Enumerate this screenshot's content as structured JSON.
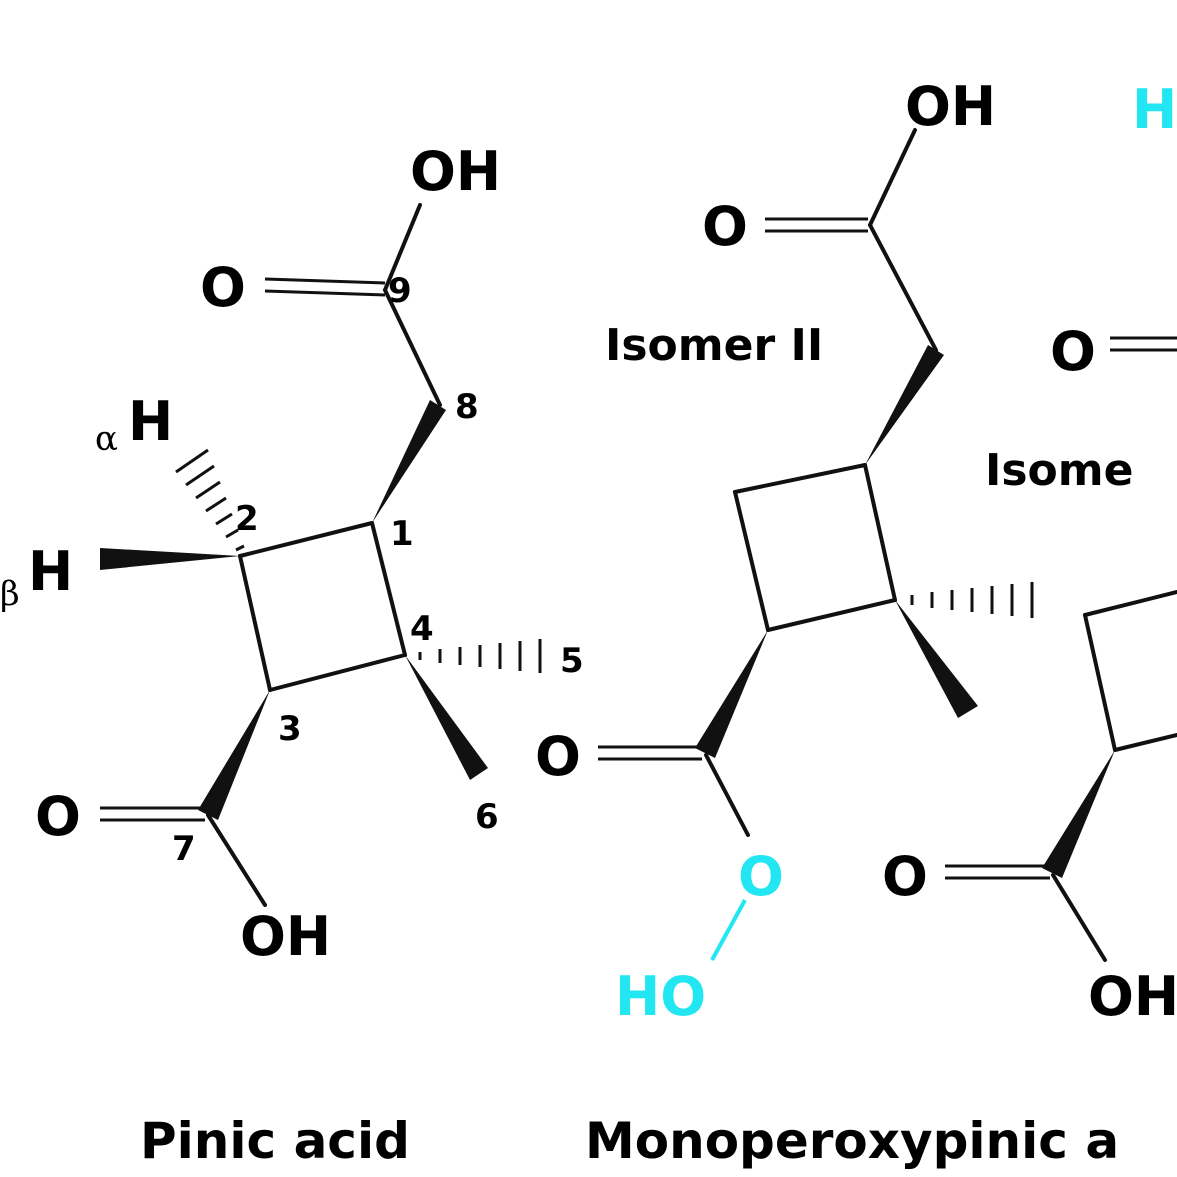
{
  "colors": {
    "ink": "#111111",
    "peroxide": "#22e6f2"
  },
  "pinic": {
    "caption": "Pinic acid",
    "atoms": {
      "oh_top": "OH",
      "o_top": "O",
      "h_alpha": "H",
      "h_beta": "H",
      "o_bottom": "O",
      "oh_bottom": "OH"
    },
    "greek": {
      "alpha": "α",
      "beta": "β"
    },
    "numbers": {
      "n1": "1",
      "n2": "2",
      "n3": "3",
      "n4": "4",
      "n5": "5",
      "n6": "6",
      "n7": "7",
      "n8": "8",
      "n9": "9"
    }
  },
  "mono": {
    "caption": "Monoperoxypinic a",
    "isomer2_label": "Isomer II",
    "isomer1_label": "Isome",
    "atoms": {
      "oh_top": "OH",
      "o_top": "O",
      "o_side": "O",
      "o_peroxy": "O",
      "ho_peroxy": "HO",
      "h_right": "H",
      "o_right": "O",
      "o_right_low": "O",
      "oh_right_low": "OH"
    }
  }
}
